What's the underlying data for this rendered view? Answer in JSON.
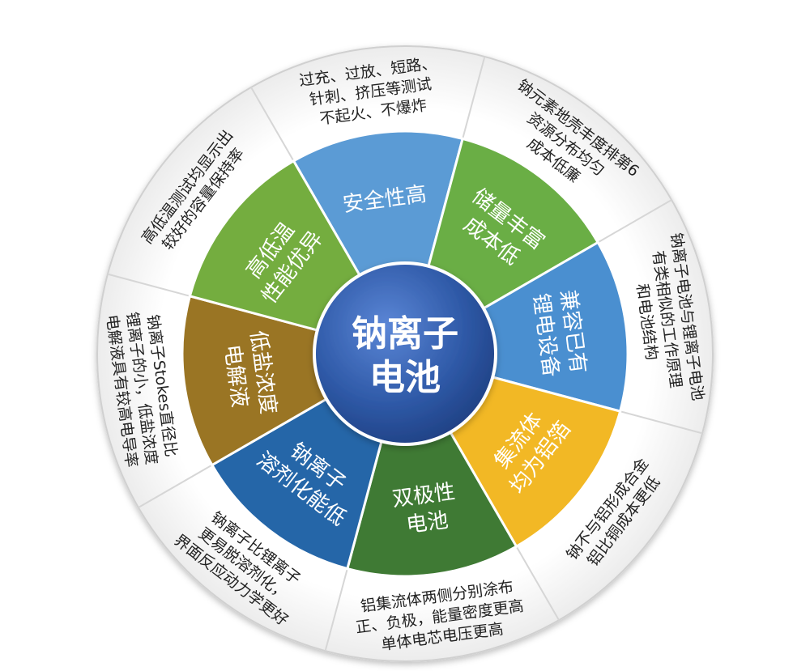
{
  "center": {
    "lines": [
      "钠离子",
      "电池"
    ]
  },
  "segments": [
    {
      "color": "#5b9bd5",
      "lines": [
        "安全性高"
      ],
      "desc": [
        "过充、过放、短路、",
        "针刺、挤压等测试",
        "不起火、不爆炸"
      ]
    },
    {
      "color": "#6aae45",
      "lines": [
        "储量丰富",
        "成本低"
      ],
      "desc": [
        "钠元素地壳丰度排第6",
        "资源分布均匀",
        "成本低廉"
      ]
    },
    {
      "color": "#4a8fd0",
      "lines": [
        "兼容已有",
        "锂电设备"
      ],
      "desc": [
        "钠离子电池与锂离子电池",
        "有类相似的工作原理",
        "和电池结构"
      ]
    },
    {
      "color": "#f2b825",
      "lines": [
        "集流体",
        "均为铝箔"
      ],
      "desc": [
        "钠不与铝形成合金",
        "铝比铜成本更低"
      ]
    },
    {
      "color": "#3f7a34",
      "lines": [
        "双极性",
        "电池"
      ],
      "desc": [
        "铝集流体两侧分别涂布",
        "正、负极，能量密度更高",
        "单体电芯电压更高"
      ]
    },
    {
      "color": "#2566a8",
      "lines": [
        "钠离子",
        "溶剂化能低"
      ],
      "desc": [
        "钠离子比锂离子",
        "更易脱溶剂化，",
        "界面反应动力学更好"
      ]
    },
    {
      "color": "#9a7524",
      "lines": [
        "低盐浓度",
        "电解液"
      ],
      "desc": [
        "钠离子Stokes直径比",
        "锂离子的小，低盐浓度",
        "电解液具有较高电导率"
      ]
    },
    {
      "color": "#74ad3f",
      "lines": [
        "高低温",
        "性能优异"
      ],
      "desc": [
        "高低温测试均显示出",
        "较好的容量保持率"
      ]
    }
  ]
}
